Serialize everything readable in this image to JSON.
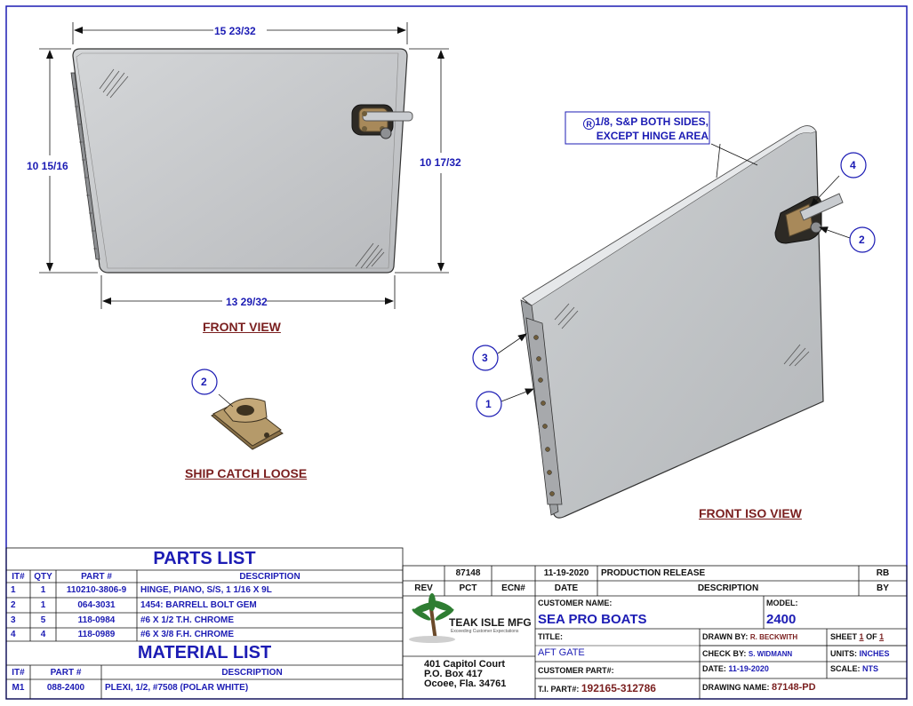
{
  "views": {
    "front": {
      "title": "FRONT VIEW",
      "dim_top": "15 23/32",
      "dim_left": "10 15/16",
      "dim_right": "10 17/32",
      "dim_bottom": "13 29/32"
    },
    "ship_catch": {
      "title": "SHIP CATCH LOOSE",
      "balloon": "2"
    },
    "iso": {
      "title": "FRONT ISO VIEW",
      "note_symbol": "R",
      "note_line1": "1/8, S&P BOTH SIDES,",
      "note_line2": "EXCEPT HINGE AREA",
      "balloons": [
        "4",
        "2",
        "3",
        "1"
      ]
    }
  },
  "parts_list": {
    "title": "PARTS LIST",
    "headers": [
      "IT#",
      "QTY",
      "PART #",
      "DESCRIPTION"
    ],
    "rows": [
      [
        "1",
        "1",
        "110210-3806-9",
        "HINGE, PIANO, S/S, 1 1/16 X 9L"
      ],
      [
        "2",
        "1",
        "064-3031",
        "1454: BARRELL BOLT GEM"
      ],
      [
        "3",
        "5",
        "118-0984",
        "#6 X 1/2 T.H. CHROME"
      ],
      [
        "4",
        "4",
        "118-0989",
        "#6 X 3/8 F.H. CHROME"
      ]
    ]
  },
  "material_list": {
    "title": "MATERIAL LIST",
    "headers": [
      "IT#",
      "PART #",
      "DESCRIPTION"
    ],
    "rows": [
      [
        "M1",
        "088-2400",
        "PLEXI, 1/2, #7508 (POLAR WHITE)"
      ]
    ]
  },
  "revision": {
    "row": {
      "rev": "",
      "pct": "87148",
      "ecn": "",
      "date": "11-19-2020",
      "description": "PRODUCTION RELEASE",
      "by": "RB"
    },
    "headers": {
      "rev": "REV",
      "pct": "PCT",
      "ecn": "ECN#",
      "date": "DATE",
      "description": "DESCRIPTION",
      "by": "BY"
    }
  },
  "company": {
    "logo_text": "TEAK ISLE MFG",
    "tagline": "Exceeding Customer Expectations",
    "address1": "401 Capitol Court",
    "address2": "P.O. Box 417",
    "address3": "Ocoee, Fla. 34761"
  },
  "title_block": {
    "customer_name_label": "CUSTOMER NAME:",
    "customer_name": "SEA PRO BOATS",
    "model_label": "MODEL:",
    "model": "2400",
    "title_label": "TITLE:",
    "title": "AFT GATE",
    "drawn_by_label": "DRAWN BY:",
    "drawn_by": "R. BECKWITH",
    "sheet_label": "SHEET",
    "sheet_num": "1",
    "sheet_of": "OF",
    "sheet_total": "1",
    "check_by_label": "CHECK BY:",
    "check_by": "S. WIDMANN",
    "units_label": "UNITS:",
    "units": "INCHES",
    "customer_part_label": "CUSTOMER PART#:",
    "date_label": "DATE:",
    "date": "11-19-2020",
    "scale_label": "SCALE:",
    "scale": "NTS",
    "ti_part_label": "T.I. PART#:",
    "ti_part": "192165-312786",
    "drawing_name_label": "DRAWING NAME:",
    "drawing_name": "87148-PD"
  },
  "colors": {
    "border": "#1c1cb4",
    "dimension": "#1c1cb4",
    "title_text": "#7a1f1f",
    "panel_fill": "#c4c6c9",
    "brass": "#a8895a"
  }
}
